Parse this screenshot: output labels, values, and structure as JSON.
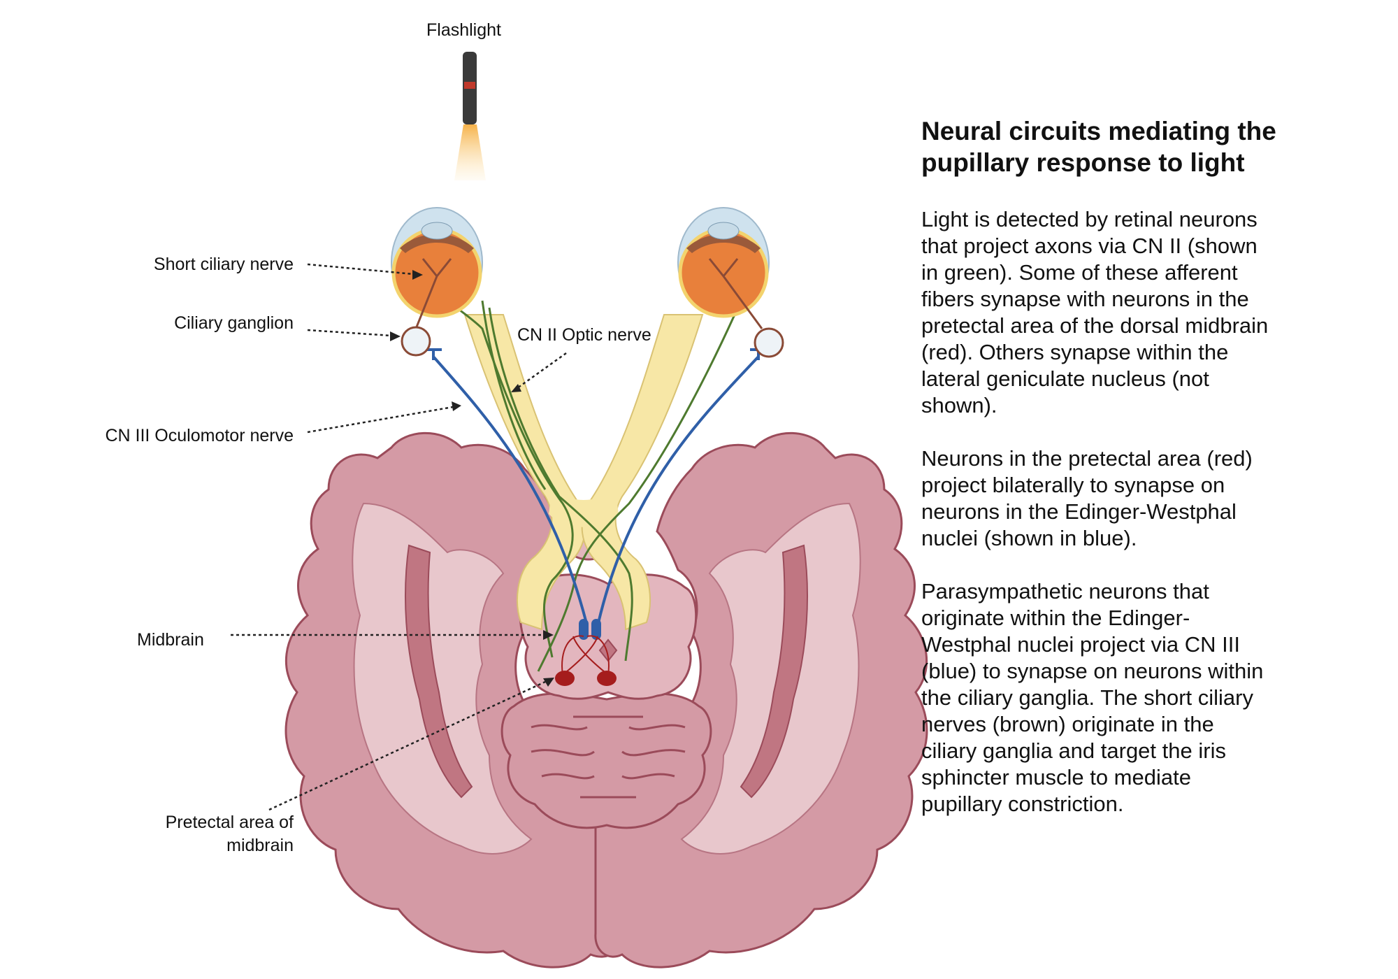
{
  "colors": {
    "brain_fill": "#d49aa5",
    "brain_outline": "#9b4b5a",
    "white_matter": "#e8c7cc",
    "optic_pathway": "#f7e7a6",
    "afferent_fiber": "#4e7a2f",
    "oculomotor": "#2f5fa8",
    "ciliary_nerve": "#8a4a36",
    "pretectal": "#a51d1d",
    "eye_body": "#e8803b",
    "flashlight_beam": "#f6c56b"
  },
  "labels": {
    "flashlight": "Flashlight",
    "short_ciliary_nerve": "Short ciliary nerve",
    "ciliary_ganglion": "Ciliary ganglion",
    "optic_nerve": "CN II Optic nerve",
    "oculomotor_nerve": "CN III Oculomotor nerve",
    "midbrain": "Midbrain",
    "pretectal_line1": "Pretectal area of",
    "pretectal_line2": "midbrain"
  },
  "panel": {
    "title_line1": "Neural circuits mediating the",
    "title_line2": "pupillary response to light",
    "paragraphs": [
      [
        "Light is detected by retinal neurons",
        "that project axons via CN II (shown",
        "in green).  Some of these afferent",
        "fibers synapse with neurons in the",
        "pretectal area of the dorsal midbrain",
        "(red).  Others synapse within the",
        "lateral geniculate nucleus (not",
        "shown)."
      ],
      [
        "Neurons in the pretectal area (red)",
        "project bilaterally to synapse on",
        "neurons in the Edinger-Westphal",
        "nuclei (shown in blue)."
      ],
      [
        "Parasympathetic neurons that",
        "originate within the Edinger-",
        "Westphal nuclei project via CN III",
        "(blue) to synapse on neurons within",
        "the ciliary ganglia.  The short ciliary",
        "nerves (brown) originate in the",
        "ciliary ganglia and target the iris",
        "sphincter muscle to mediate",
        "pupillary constriction."
      ]
    ]
  }
}
